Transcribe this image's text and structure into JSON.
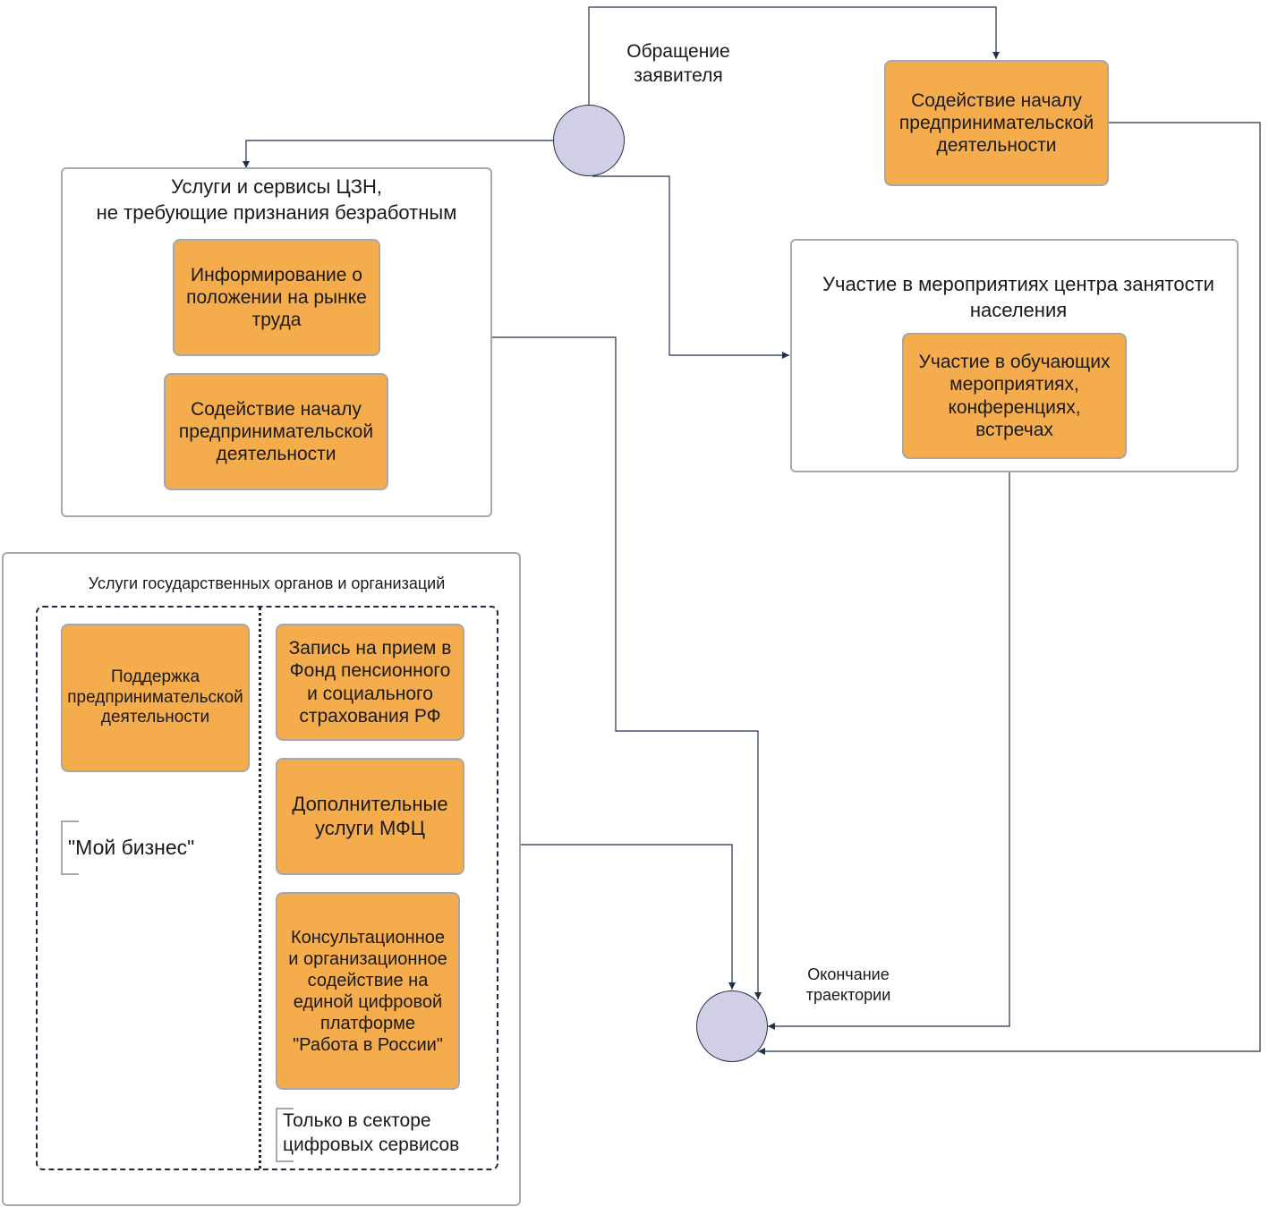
{
  "diagram": {
    "start": {
      "label": "Обращение\nзаявителя"
    },
    "end": {
      "label": "Окончание\nтраектории"
    },
    "top_right_box": {
      "label": "Содействие началу\nпредпринимательской\nдеятельности"
    },
    "czn_group": {
      "title": "Услуги и сервисы ЦЗН,\nне требующие признания безработным",
      "box_informing": "Информирование о\nположении на рынке\nтруда",
      "box_entrepreneurship": "Содействие началу\nпредпринимательской\nдеятельности"
    },
    "events_group": {
      "title": "Участие в мероприятиях центра занятости\nнаселения",
      "box_training": "Участие в обучающих\nмероприятиях,\nконференциях,\nвстречах"
    },
    "gov_group": {
      "title": "Услуги государственных органов и организаций",
      "box_business_support": "Поддержка\nпредпринимательской\nдеятельности",
      "note_my_business": "\"Мой бизнес\"",
      "box_pension_fund": "Запись на прием в\nФонд пенсионного\nи социального\nстрахования РФ",
      "box_mfc": "Дополнительные\nуслуги МФЦ",
      "box_work_in_russia": "Консультационное\nи организационное\nсодействие на\nединой цифровой\nплатформе\n\"Работа в России\"",
      "note_digital_only": "Только в секторе\nцифровых сервисов"
    }
  },
  "colors": {
    "box_fill": "#f4ac4c",
    "circle_fill": "#d0cfe6",
    "connector": "#23304a",
    "border": "#a9a9a9"
  }
}
